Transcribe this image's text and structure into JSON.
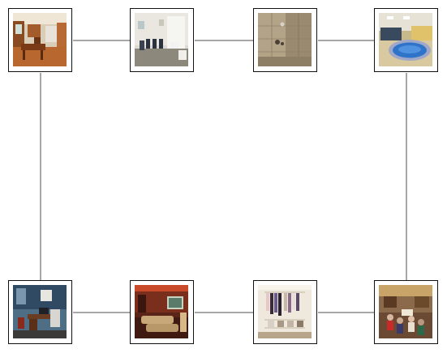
{
  "gallery": {
    "photos": [
      {
        "subject": "kitchen-photo"
      },
      {
        "subject": "waiting-room-photo"
      },
      {
        "subject": "tiled-shower-photo"
      },
      {
        "subject": "indoor-hot-tub-photo"
      },
      {
        "subject": "home-office-photo"
      },
      {
        "subject": "home-theater-photo"
      },
      {
        "subject": "walk-in-closet-photo"
      },
      {
        "subject": "party-room-photo"
      }
    ]
  },
  "colors": {
    "frame_border": "#111111",
    "connector": "#8a8a8a",
    "background": "#ffffff"
  }
}
